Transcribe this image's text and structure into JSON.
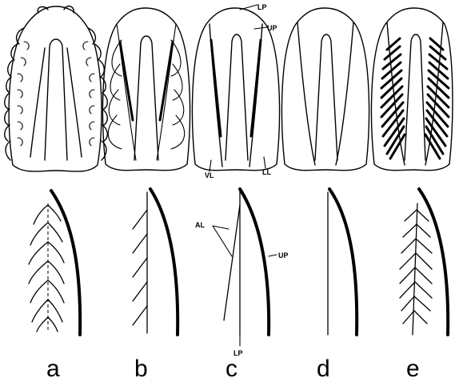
{
  "panels": [
    {
      "letter": "a"
    },
    {
      "letter": "b"
    },
    {
      "letter": "c"
    },
    {
      "letter": "d"
    },
    {
      "letter": "e"
    }
  ],
  "annotations": {
    "lp_top": "LP",
    "up_top": "UP",
    "vl": "VL",
    "ll": "LL",
    "al": "AL",
    "up_bottom": "UP",
    "lp_bottom": "LP"
  }
}
